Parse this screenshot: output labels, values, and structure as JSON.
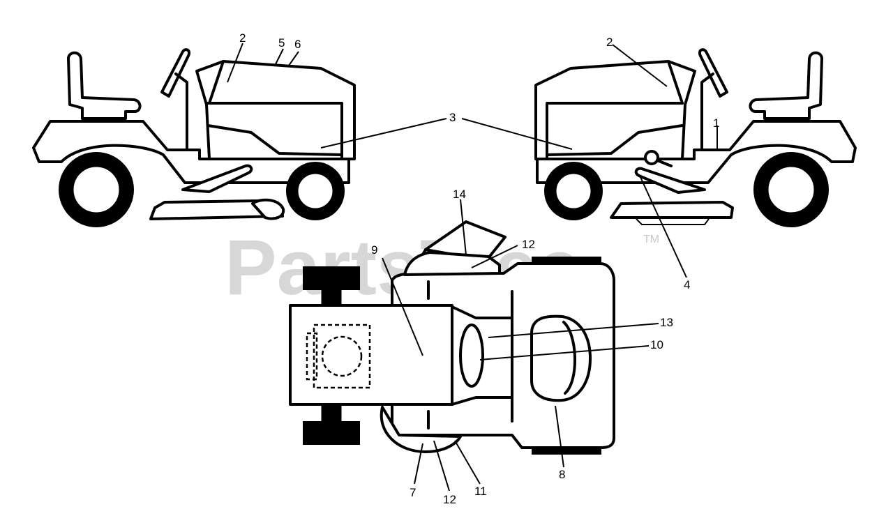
{
  "watermark": {
    "text": "PartsTree",
    "trademark": "TM"
  },
  "callouts": {
    "c1": "1",
    "c2_left": "2",
    "c2_right": "2",
    "c3": "3",
    "c4": "4",
    "c5": "5",
    "c6": "6",
    "c7": "7",
    "c8": "8",
    "c9": "9",
    "c10": "10",
    "c11": "11",
    "c12_top": "12",
    "c12_bottom": "12",
    "c13": "13",
    "c14": "14"
  },
  "colors": {
    "ink": "#000000",
    "watermark": "#c9c9c9",
    "background": "#ffffff"
  }
}
